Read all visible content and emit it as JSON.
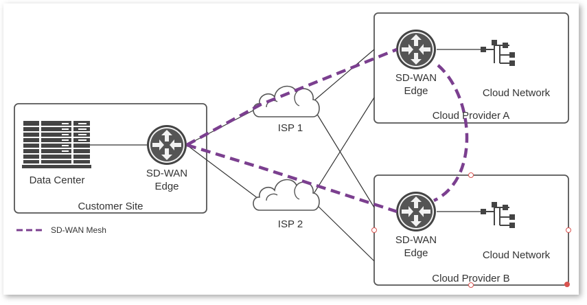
{
  "colors": {
    "mesh": "#7b3f8f",
    "box_border": "#555555",
    "line": "#333333",
    "icon": "#444444"
  },
  "customer_site": {
    "label": "Customer Site",
    "data_center_label": "Data Center",
    "edge_label_1": "SD-WAN",
    "edge_label_2": "Edge",
    "data_center_icon": "server-rack-icon",
    "edge_icon": "router-icon"
  },
  "isp1": {
    "label": "ISP 1",
    "icon": "cloud-icon"
  },
  "isp2": {
    "label": "ISP 2",
    "icon": "cloud-icon"
  },
  "provider_a": {
    "label": "Cloud Provider A",
    "edge_label_1": "SD-WAN",
    "edge_label_2": "Edge",
    "network_label": "Cloud Network",
    "network_icon": "network-tree-icon"
  },
  "provider_b": {
    "label": "Cloud Provider B",
    "edge_label_1": "SD-WAN",
    "edge_label_2": "Edge",
    "network_label": "Cloud Network",
    "network_icon": "network-tree-icon"
  },
  "legend": {
    "label": "SD-WAN Mesh"
  }
}
